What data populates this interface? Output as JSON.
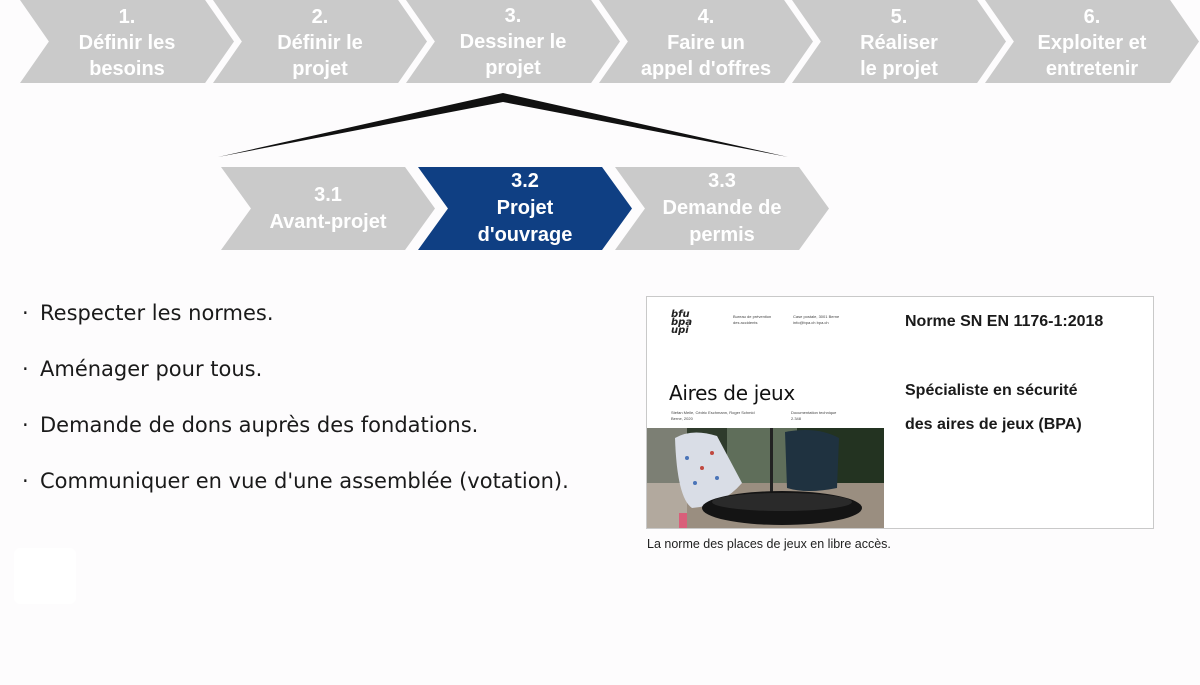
{
  "phases": [
    {
      "number": "1.",
      "lines": [
        "Définir les",
        "besoins"
      ]
    },
    {
      "number": "2.",
      "lines": [
        "Définir le",
        "projet"
      ]
    },
    {
      "number": "3.",
      "lines": [
        "Dessiner le",
        "projet"
      ]
    },
    {
      "number": "4.",
      "lines": [
        "Faire un",
        "appel d'offres"
      ]
    },
    {
      "number": "5.",
      "lines": [
        "Réaliser",
        "le projet"
      ]
    },
    {
      "number": "6.",
      "lines": [
        "Exploiter et",
        "entretenir"
      ]
    }
  ],
  "subphases": [
    {
      "number": "3.1",
      "lines": [
        "Avant-projet"
      ]
    },
    {
      "number": "3.2",
      "lines": [
        "Projet",
        "d'ouvrage"
      ]
    },
    {
      "number": "3.3",
      "lines": [
        "Demande de",
        "permis"
      ]
    }
  ],
  "bullets": [
    "Respecter les normes.",
    "Aménager pour tous.",
    "Demande de dons auprès des fondations.",
    "Communiquer en vue d'une assemblée (votation)."
  ],
  "bullet_marker": "·",
  "card": {
    "cover": {
      "logo_lines": [
        "bfu",
        "bpa",
        "upi"
      ],
      "org_lines": [
        "Bureau de prévention",
        "des accidents"
      ],
      "contact_lines": [
        "Case postale, 3001 Berne",
        "info@bpa.ch   bpa.ch"
      ],
      "title": "Aires de jeux",
      "author_lines": [
        "Stefan Meile, Cédric Eschmann, Roger Schmid",
        "Berne, 2020"
      ],
      "doc_lines": [
        "Documentation technique",
        "2.348"
      ]
    },
    "norm": "Norme SN EN 1176-1:2018",
    "specialist_lines": [
      "Spécialiste en sécurité",
      "des aires de jeux (BPA)"
    ]
  },
  "caption": "La norme des places de jeux en libre accès.",
  "colors": {
    "chevron": "#cacaca",
    "active": "#0f3f83",
    "text": "#1a1a1a",
    "bracket": "#111111"
  }
}
